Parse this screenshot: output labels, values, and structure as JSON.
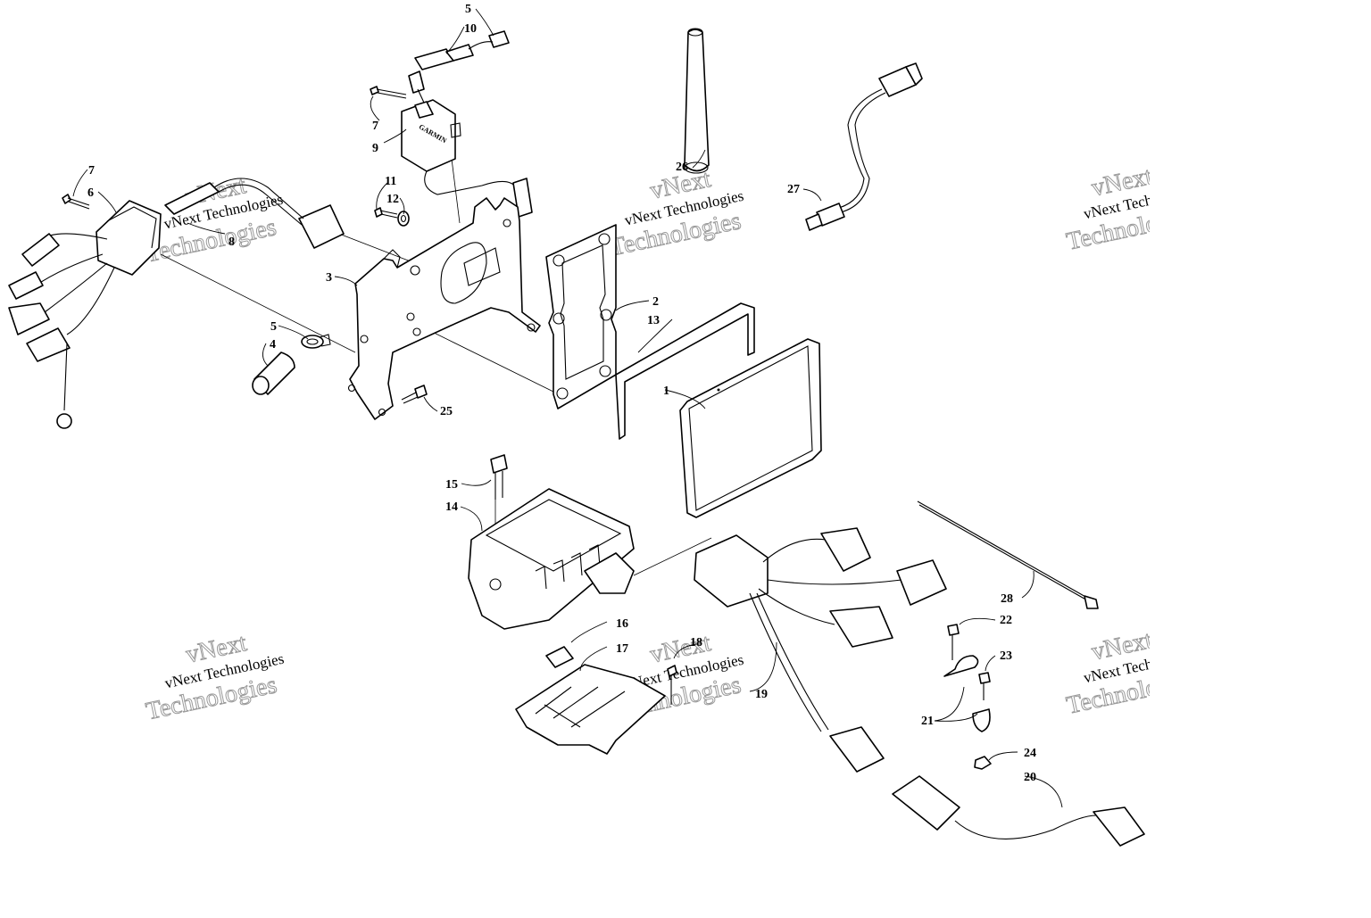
{
  "diagram": {
    "callouts": [
      {
        "id": "c1",
        "label": "1"
      },
      {
        "id": "c2",
        "label": "2"
      },
      {
        "id": "c3",
        "label": "3"
      },
      {
        "id": "c4",
        "label": "4"
      },
      {
        "id": "c5a",
        "label": "5"
      },
      {
        "id": "c5b",
        "label": "5"
      },
      {
        "id": "c6",
        "label": "6"
      },
      {
        "id": "c7a",
        "label": "7"
      },
      {
        "id": "c7b",
        "label": "7"
      },
      {
        "id": "c8",
        "label": "8"
      },
      {
        "id": "c9",
        "label": "9"
      },
      {
        "id": "c10",
        "label": "10"
      },
      {
        "id": "c11",
        "label": "11"
      },
      {
        "id": "c12",
        "label": "12"
      },
      {
        "id": "c13",
        "label": "13"
      },
      {
        "id": "c14",
        "label": "14"
      },
      {
        "id": "c15",
        "label": "15"
      },
      {
        "id": "c16",
        "label": "16"
      },
      {
        "id": "c17",
        "label": "17"
      },
      {
        "id": "c18",
        "label": "18"
      },
      {
        "id": "c19",
        "label": "19"
      },
      {
        "id": "c20",
        "label": "20"
      },
      {
        "id": "c21",
        "label": "21"
      },
      {
        "id": "c22",
        "label": "22"
      },
      {
        "id": "c23",
        "label": "23"
      },
      {
        "id": "c24",
        "label": "24"
      },
      {
        "id": "c25",
        "label": "25"
      },
      {
        "id": "c26",
        "label": "26"
      },
      {
        "id": "c27",
        "label": "27"
      },
      {
        "id": "c28",
        "label": "28"
      }
    ],
    "watermark": {
      "line1": "vNext",
      "line2": "vNext Technologies",
      "line3": "Technologies"
    },
    "part_marking": "GARMIN"
  }
}
